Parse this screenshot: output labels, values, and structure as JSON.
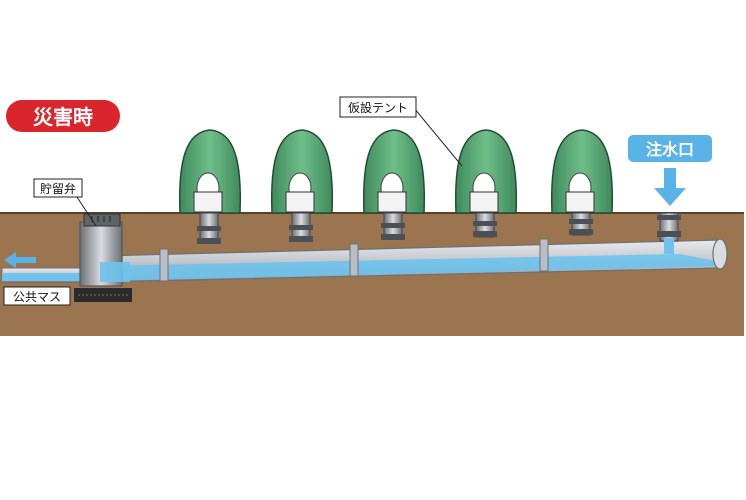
{
  "title_badge": {
    "label": "災害時",
    "color": "#d9252b"
  },
  "labels": {
    "tent": "仮設テント",
    "inlet": "注水口",
    "valve": "貯留弁",
    "public_sewer": "公共マス"
  },
  "colors": {
    "ground": "#9a7550",
    "ground_top": "#7a5a3a",
    "tent_fill": "#5aa374",
    "tent_dark": "#2f6b48",
    "pipe": "#c9cdd3",
    "water": "#6ec2ec",
    "arrow": "#5ab3e6",
    "inlet_badge": "#5ab3e6"
  },
  "icons": {
    "inlet_arrow": "arrow-down-icon",
    "outflow_arrow": "arrow-left-icon"
  }
}
